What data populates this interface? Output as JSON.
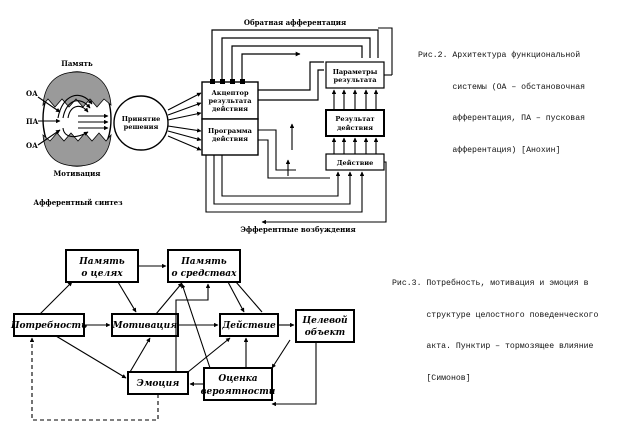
{
  "fig2": {
    "caption_lines": [
      "Рис.2. Архитектура функциональной",
      "       системы (ОА – обстановочная",
      "       афферентация, ПА – пусковая",
      "       афферентация) [Анохин]"
    ],
    "labels": {
      "feedback": "Обратная афферентация",
      "memory": "Память",
      "oa_top": "ОА",
      "pa": "ПА",
      "oa_bottom": "ОА",
      "motivation": "Мотивация",
      "afferent_synthesis": "Афферентный синтез",
      "decision_1": "Принятие",
      "decision_2": "решения",
      "acceptor_1": "Акцептор",
      "acceptor_2": "результата",
      "acceptor_3": "действия",
      "program_1": "Программа",
      "program_2": "действия",
      "params_1": "Параметры",
      "params_2": "результата",
      "result_1": "Результат",
      "result_2": "действия",
      "action": "Действие",
      "efferent": "Эфферентные возбуждения"
    }
  },
  "fig3": {
    "caption_lines": [
      "Рис.3. Потребность, мотивация и эмоция в",
      "       структуре целостного поведенческого",
      "       акта. Пунктир – тормозящее влияние",
      "       [Симонов]"
    ],
    "labels": {
      "goal_memory_1": "Память",
      "goal_memory_2": "о целях",
      "means_memory_1": "Память",
      "means_memory_2": "о средствах",
      "need": "Потребность",
      "motivation": "Мотивация",
      "action": "Действие",
      "target_1": "Целевой",
      "target_2": "объект",
      "emotion": "Эмоция",
      "prob_1": "Оценка",
      "prob_2": "вероятности"
    }
  }
}
